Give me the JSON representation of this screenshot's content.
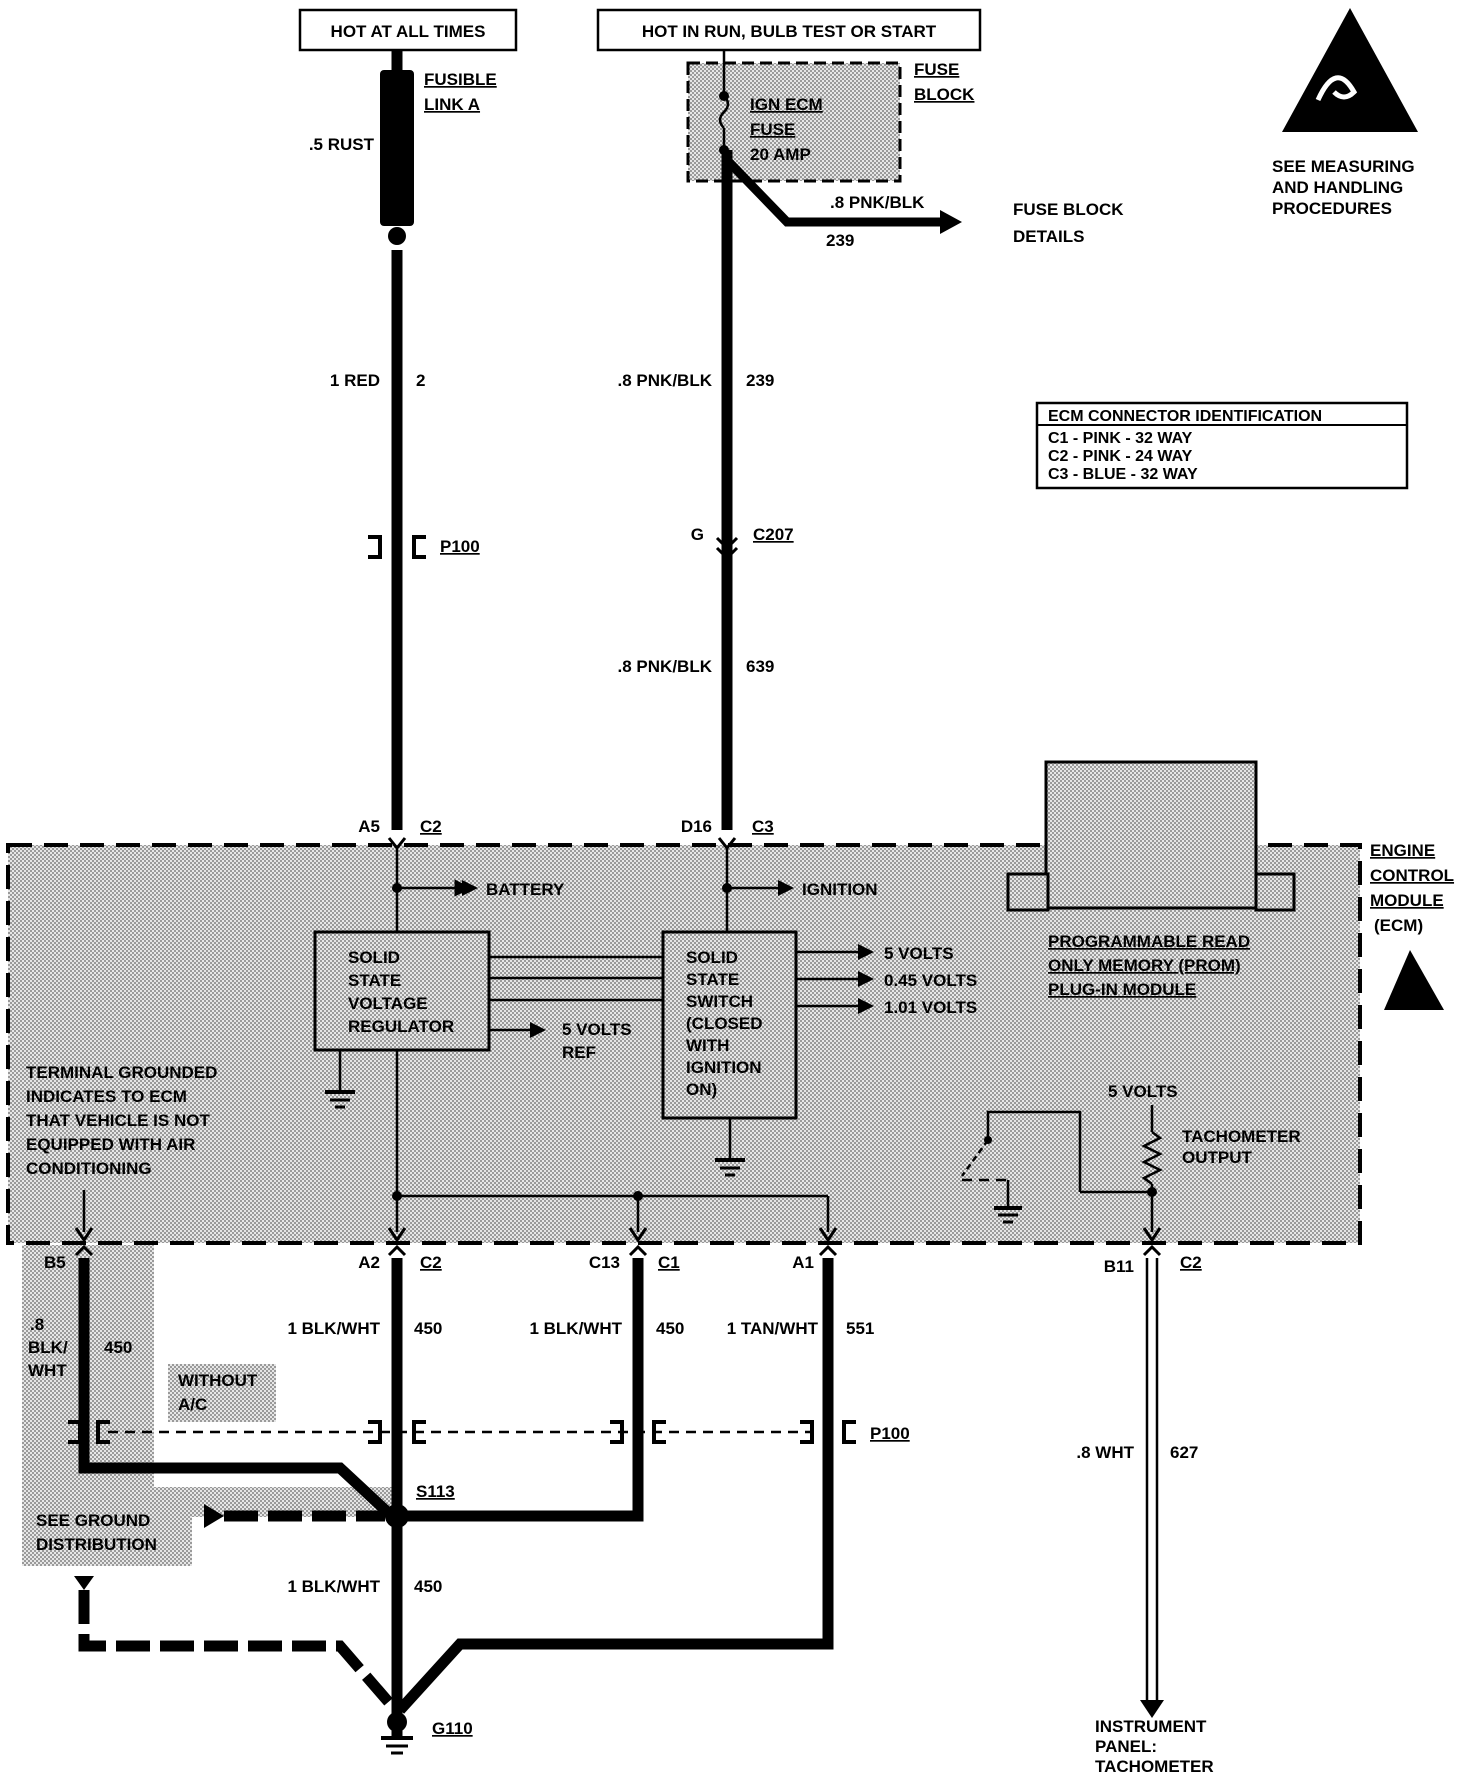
{
  "sources": {
    "hot_all_times": "HOT AT ALL TIMES",
    "hot_in_run": "HOT IN RUN, BULB TEST OR START"
  },
  "fusible_link": {
    "label_1": "FUSIBLE",
    "label_2": "LINK A",
    "wire": ".5 RUST"
  },
  "fuse_block": {
    "label_1": "FUSE",
    "label_2": "BLOCK",
    "fuse_1": "IGN ECM",
    "fuse_2": "FUSE",
    "fuse_3": "20 AMP",
    "branch_wire": ".8 PNK/BLK",
    "branch_circuit": "239",
    "details_1": "FUSE BLOCK",
    "details_2": "DETAILS"
  },
  "esd": {
    "line_1": "SEE MEASURING",
    "line_2": "AND HANDLING",
    "line_3": "PROCEDURES"
  },
  "ecm_id": {
    "title": "ECM CONNECTOR IDENTIFICATION",
    "row_1": "C1 - PINK - 32 WAY",
    "row_2": "C2 - PINK - 24 WAY",
    "row_3": "C3 - BLUE - 32 WAY"
  },
  "left_feed": {
    "wire": "1 RED",
    "circuit": "2",
    "connector": "P100",
    "pin": "A5",
    "conn": "C2"
  },
  "ign_feed": {
    "wire_1": ".8 PNK/BLK",
    "circuit_1": "239",
    "conn_letter": "G",
    "conn_name": "C207",
    "wire_2": ".8 PNK/BLK",
    "circuit_2": "639",
    "pin": "D16",
    "conn": "C3"
  },
  "ecm": {
    "label_1": "ENGINE",
    "label_2": "CONTROL",
    "label_3": "MODULE",
    "label_4": "(ECM)",
    "battery": "BATTERY",
    "ignition": "IGNITION",
    "reg_1": "SOLID",
    "reg_2": "STATE",
    "reg_3": "VOLTAGE",
    "reg_4": "REGULATOR",
    "ref_1": "5 VOLTS",
    "ref_2": "REF",
    "sw_1": "SOLID",
    "sw_2": "STATE",
    "sw_3": "SWITCH",
    "sw_4": "(CLOSED",
    "sw_5": "WITH",
    "sw_6": "IGNITION",
    "sw_7": "ON)",
    "out_1": "5 VOLTS",
    "out_2": "0.45 VOLTS",
    "out_3": "1.01 VOLTS",
    "prom_1": "PROGRAMMABLE READ",
    "prom_2": "ONLY MEMORY (PROM)",
    "prom_3": "PLUG-IN MODULE",
    "term_1": "TERMINAL GROUNDED",
    "term_2": "INDICATES TO ECM",
    "term_3": "THAT VEHICLE IS NOT",
    "term_4": "EQUIPPED WITH AIR",
    "term_5": "CONDITIONING",
    "tach_v": "5 VOLTS",
    "tach_1": "TACHOMETER",
    "tach_2": "OUTPUT"
  },
  "bottom": {
    "b5_pin": "B5",
    "b5_wire_1": ".8",
    "b5_wire_2": "BLK/",
    "b5_wire_3": "WHT",
    "b5_circuit": "450",
    "without_1": "WITHOUT",
    "without_2": "A/C",
    "a2_pin": "A2",
    "a2_conn": "C2",
    "a2_wire": "1 BLK/WHT",
    "a2_circuit": "450",
    "c13_pin": "C13",
    "c13_conn": "C1",
    "c13_wire": "1 BLK/WHT",
    "c13_circuit": "450",
    "a1_pin": "A1",
    "a1_wire": "1 TAN/WHT",
    "a1_circuit": "551",
    "p100": "P100",
    "b11_pin": "B11",
    "b11_conn": "C2",
    "b11_wire": ".8 WHT",
    "b11_circuit": "627",
    "splice": "S113",
    "ground_1": "SEE GROUND",
    "ground_2": "DISTRIBUTION",
    "g_wire": "1 BLK/WHT",
    "g_circuit": "450",
    "ground": "G110",
    "ip_1": "INSTRUMENT",
    "ip_2": "PANEL:",
    "ip_3": "TACHOMETER"
  }
}
